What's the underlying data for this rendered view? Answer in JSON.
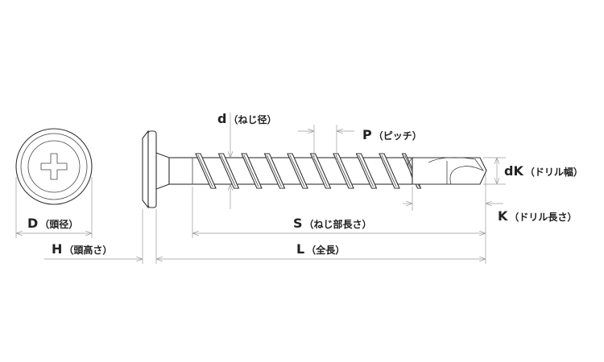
{
  "labels": {
    "d": {
      "symbol": "d",
      "text": "（ねじ径）"
    },
    "P": {
      "symbol": "P",
      "text": "（ピッチ）"
    },
    "dK": {
      "symbol": "dK",
      "text": "（ドリル幅）"
    },
    "K": {
      "symbol": "K",
      "text": "（ドリル長さ）"
    },
    "S": {
      "symbol": "S",
      "text": "（ねじ部長さ）"
    },
    "L": {
      "symbol": "L",
      "text": "（全長）"
    },
    "D": {
      "symbol": "D",
      "text": "（頭径）"
    },
    "H": {
      "symbol": "H",
      "text": "（頭高さ）"
    }
  }
}
